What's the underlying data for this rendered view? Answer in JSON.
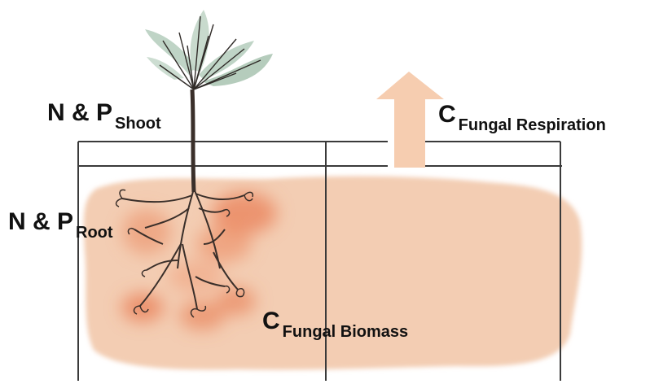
{
  "labels": {
    "shoot": {
      "main": "N & P",
      "sub": "Shoot"
    },
    "root": {
      "main": "N & P",
      "sub": "Root"
    },
    "fungal_respiration": {
      "main": "C",
      "sub": "Fungal Respiration"
    },
    "fungal_biomass": {
      "main": "C",
      "sub": "Fungal Biomass"
    }
  },
  "colors": {
    "soil_wash": "#f2c9ae",
    "hotspot": "#e8794f",
    "arrow": "#f6cdb0",
    "leaf": "#b9cfc0",
    "stem": "#3a2f2a",
    "outline": "#333333"
  }
}
